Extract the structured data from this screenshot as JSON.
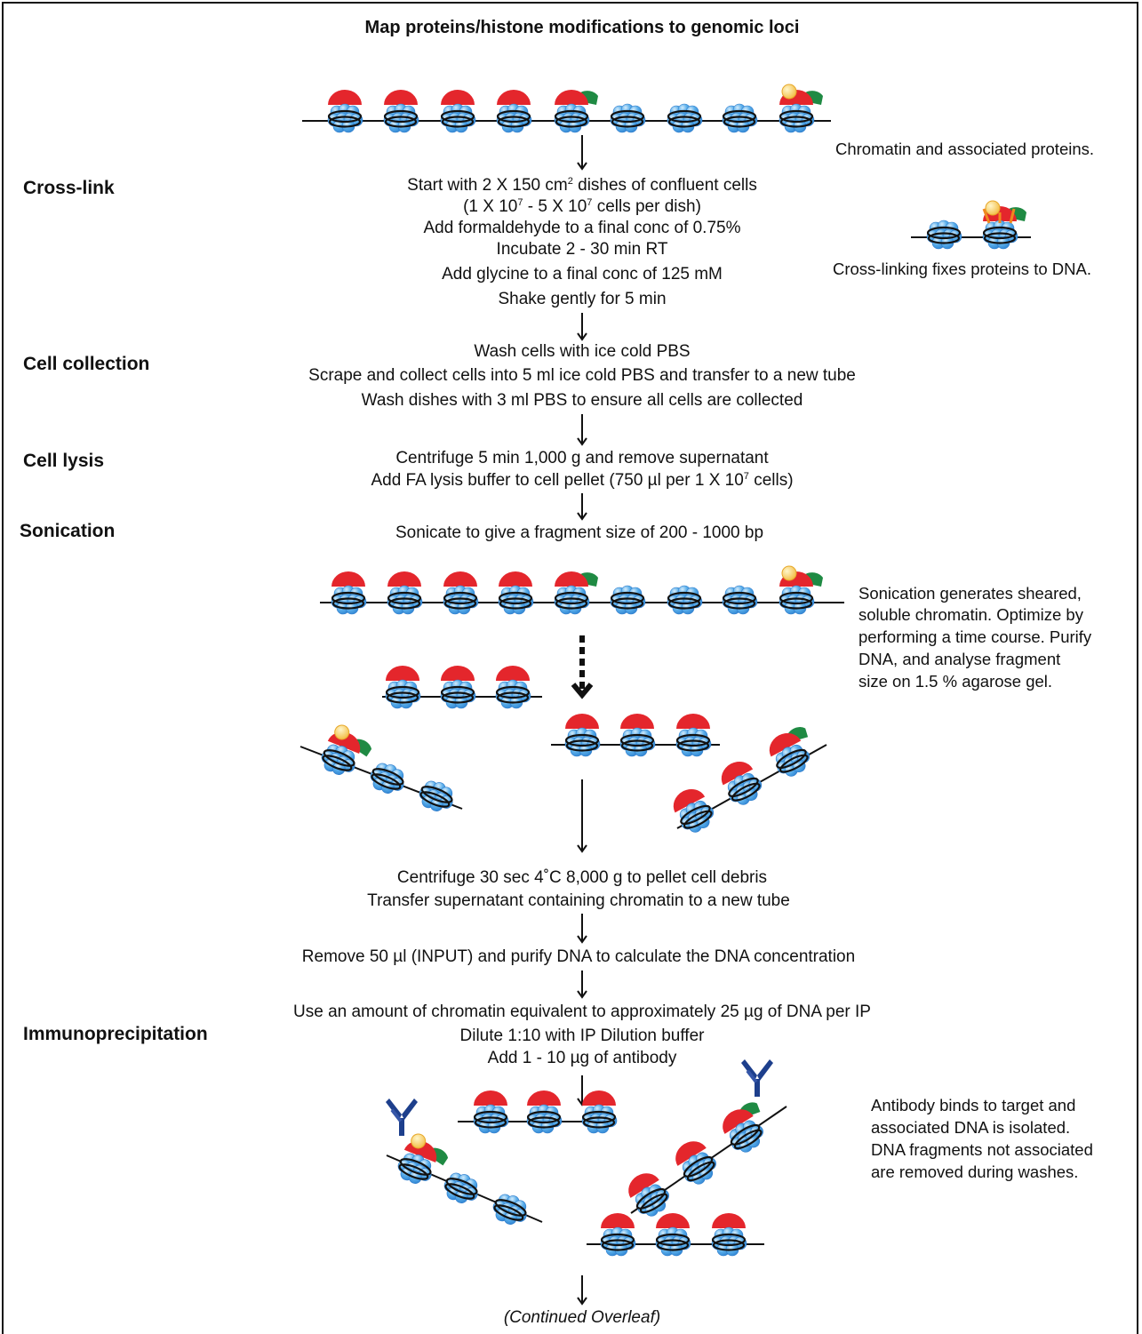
{
  "title": "Map proteins/histone modifications to genomic loci",
  "colors": {
    "nucleosome": "#3f9be3",
    "nucleosome_highlight": "#cfe9fb",
    "histone_mark_red": "#e4262c",
    "histone_mark_green": "#1f8a43",
    "bead_yellow": "#f5c542",
    "crosslink_orange": "#ef8a1e",
    "antibody_navy": "#1d3f8c",
    "line": "#111111"
  },
  "sections": [
    {
      "label": "Cross-link"
    },
    {
      "label": "Cell collection"
    },
    {
      "label": "Cell lysis"
    },
    {
      "label": "Sonication"
    },
    {
      "label": "Immunoprecipitation"
    }
  ],
  "crosslink": {
    "line1_pre": "Start with 2 X 150 cm",
    "line1_sup": "2",
    "line1_post": " dishes of confluent cells",
    "line2_a": "(1 X 10",
    "line2_sup1": "7",
    "line2_b": " - 5 X 10",
    "line2_sup2": "7",
    "line2_c": " cells per dish)",
    "line3": "Add formaldehyde to a final conc of 0.75%",
    "line4": "Incubate 2 - 30 min RT",
    "line5": "Add glycine to a final conc of 125 mM",
    "line6": "Shake gently for 5 min"
  },
  "collection": {
    "line1": "Wash cells with ice cold PBS",
    "line2": "Scrape and collect cells into 5 ml ice cold PBS and transfer to a new tube",
    "line3": "Wash dishes with 3 ml PBS to ensure all cells are collected"
  },
  "lysis": {
    "line1": "Centrifuge 5 min 1,000 g and remove supernatant",
    "line2_pre": "Add FA lysis buffer to cell pellet (750 µl per 1 X 10",
    "line2_sup": "7",
    "line2_post": " cells)"
  },
  "sonication": {
    "line1": "Sonicate to give a fragment size of 200 - 1000 bp"
  },
  "centrifuge": {
    "line1": "Centrifuge 30 sec 4˚C 8,000 g to pellet cell debris",
    "line2": "Transfer supernatant containing chromatin to a new tube"
  },
  "input": {
    "line1": "Remove 50 µl (INPUT) and purify DNA to calculate the DNA concentration"
  },
  "ip": {
    "line1": "Use an amount of chromatin equivalent to approximately 25 µg of DNA per IP",
    "line2": "Dilute 1:10 with IP Dilution buffer",
    "line3": "Add 1 - 10 µg of antibody"
  },
  "notes": {
    "chromatin": "Chromatin and associated proteins.",
    "crosslinking": "Cross-linking fixes proteins to DNA.",
    "sonication_1": "Sonication generates sheared,",
    "sonication_2": "soluble chromatin. Optimize by",
    "sonication_3": "performing a time course. Purify",
    "sonication_4": "DNA, and analyse fragment",
    "sonication_5": "size on 1.5 % agarose gel.",
    "antibody_1": "Antibody binds to target and",
    "antibody_2": "associated DNA is isolated.",
    "antibody_3": "DNA fragments not associated",
    "antibody_4": "are removed during washes."
  },
  "footer": "(Continued Overleaf)"
}
